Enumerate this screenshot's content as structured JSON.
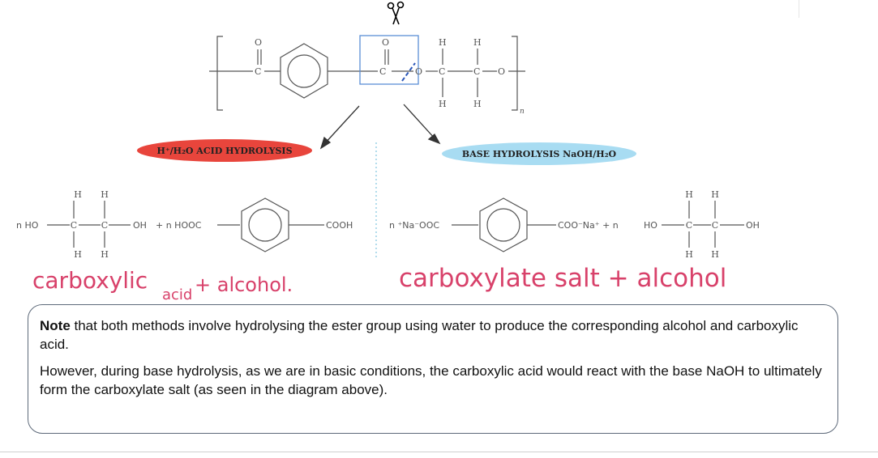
{
  "polymer": {
    "o_label": "O",
    "c_label": "C",
    "h_label": "H",
    "ester_o_label": "O",
    "repeat_subscript": "n"
  },
  "reactions": {
    "acid_label": "H⁺/H₂O ACID HYDROLYSIS",
    "base_label": "BASE HYDROLYSIS NaOH/H₂O",
    "acid_color": "#e8453c",
    "base_color": "#a8dcf2"
  },
  "products": {
    "acid_diol_prefix": "n HO",
    "acid_diol_suffix": "OH",
    "acid_plus": "+ n HOOC",
    "acid_cooh": "COOH",
    "base_prefix": "n ⁺Na⁻OOC",
    "base_suffix": "COO⁻Na⁺ + n",
    "base_ho": "HO",
    "base_oh": "OH"
  },
  "handwriting": {
    "acid_note_line1": "carboxylic",
    "acid_note_line2": "acid",
    "acid_note_rest": "+ alcohol.",
    "base_note": "carboxylate salt + alcohol",
    "ink_color": "#d8416a"
  },
  "note": {
    "bold_word": "Note",
    "para1_rest": " that both methods involve hydrolysing the ester group using water to produce the corresponding alcohol and carboxylic acid.",
    "para2": "However, during base hydrolysis, as we are in basic conditions, the carboxylic acid would react with the base NaOH to ultimately form the carboxylate salt (as seen in the diagram above)."
  }
}
